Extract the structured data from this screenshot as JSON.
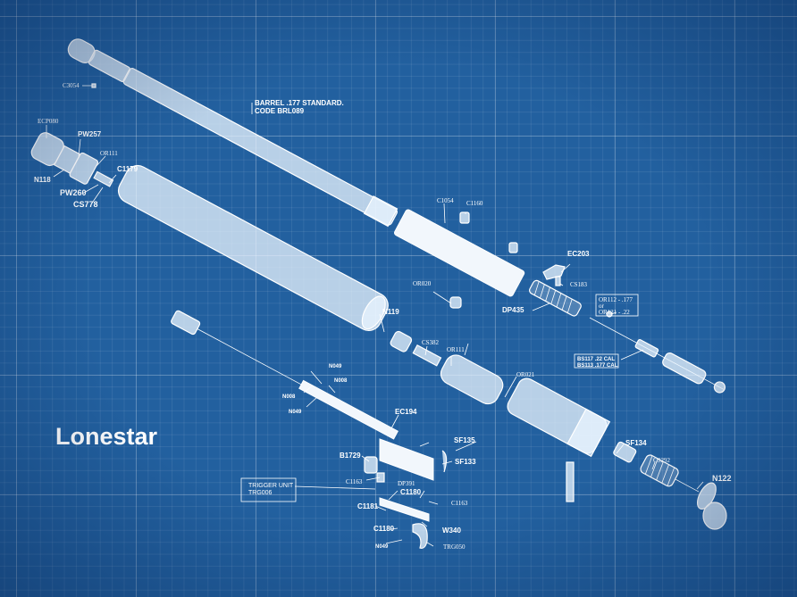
{
  "title": "Lonestar",
  "colors": {
    "background": "#22609f",
    "lines": "#ffffff"
  },
  "labels": {
    "c3054": "C3054",
    "barrel_1": "BARREL .177 STANDARD.",
    "barrel_2": "CODE BRL089",
    "ecp080": "ECP080",
    "pw257": "PW257",
    "or111a": "OR111",
    "c1179": "C1179",
    "n118": "N118",
    "pw260": "PW260",
    "cs778": "CS778",
    "c1054": "C1054",
    "c1160": "C1160",
    "ec203": "EC203",
    "cs183": "CS183",
    "or020": "OR020",
    "dp435": "DP435",
    "or112": "OR112 - .177",
    "or_or": "or",
    "or121": "OR121 - .22",
    "bs117": "BS117 .22 CAL",
    "bs113": "BS113 .177 CAL",
    "n119": "N119",
    "cs382": "CS382",
    "or111b": "OR111",
    "or021": "OR021",
    "n049a": "N049",
    "n008a": "N008",
    "n008b": "N008",
    "n049b": "N049",
    "ec194": "EC194",
    "sf135": "SF135",
    "sf133": "SF133",
    "b1729": "B1729",
    "c1163a": "C1163",
    "dp391": "DP391",
    "c1180a": "C1180",
    "c1163b": "C1163",
    "trigger_1": "TRIGGER UNIT",
    "trigger_2": "TRG006",
    "c1181": "C1181",
    "w340": "W340",
    "c1180b": "C1180",
    "n049c": "N049",
    "trg050": "TRG050",
    "sf134": "SF134",
    "cs292": "CS292",
    "n122": "N122"
  }
}
